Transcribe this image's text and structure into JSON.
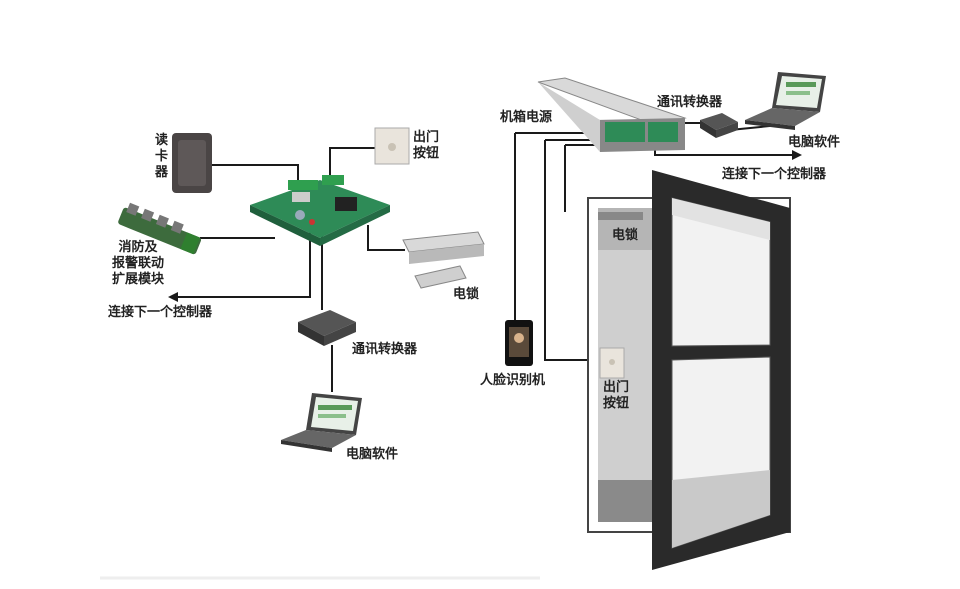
{
  "left": {
    "card_reader": "读\n卡\n器",
    "exit_button": "出门\n按钮",
    "fire_alarm": "消防及\n报警联动\n扩展模块",
    "lock": "电锁",
    "next_controller": "连接下一个控制器",
    "converter": "通讯转换器",
    "pc_software": "电脑软件"
  },
  "right": {
    "case_power": "机箱电源",
    "converter": "通讯转换器",
    "pc_software": "电脑软件",
    "next_controller": "连接下一个控制器",
    "lock": "电锁",
    "face_machine": "人脸识别机",
    "exit_button": "出门\n按钮"
  },
  "colors": {
    "wire": "#1a1a1a",
    "door": "#2a2a2a",
    "board": "#2e8b57",
    "glass": "#f2f2f2"
  }
}
